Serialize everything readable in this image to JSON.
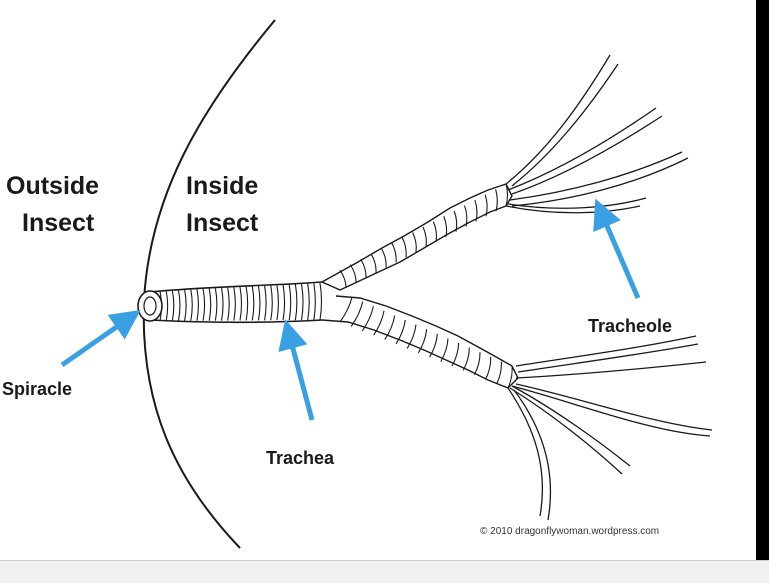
{
  "labels": {
    "outside_line1": "Outside",
    "outside_line2": "Insect",
    "inside_line1": "Inside",
    "inside_line2": "Insect",
    "spiracle": "Spiracle",
    "trachea": "Trachea",
    "tracheole": "Tracheole"
  },
  "copyright": "© 2010 dragonflywoman.wordpress.com",
  "colors": {
    "arrow": "#3aa0e4",
    "line": "#1a1a1a",
    "background": "#ffffff"
  }
}
